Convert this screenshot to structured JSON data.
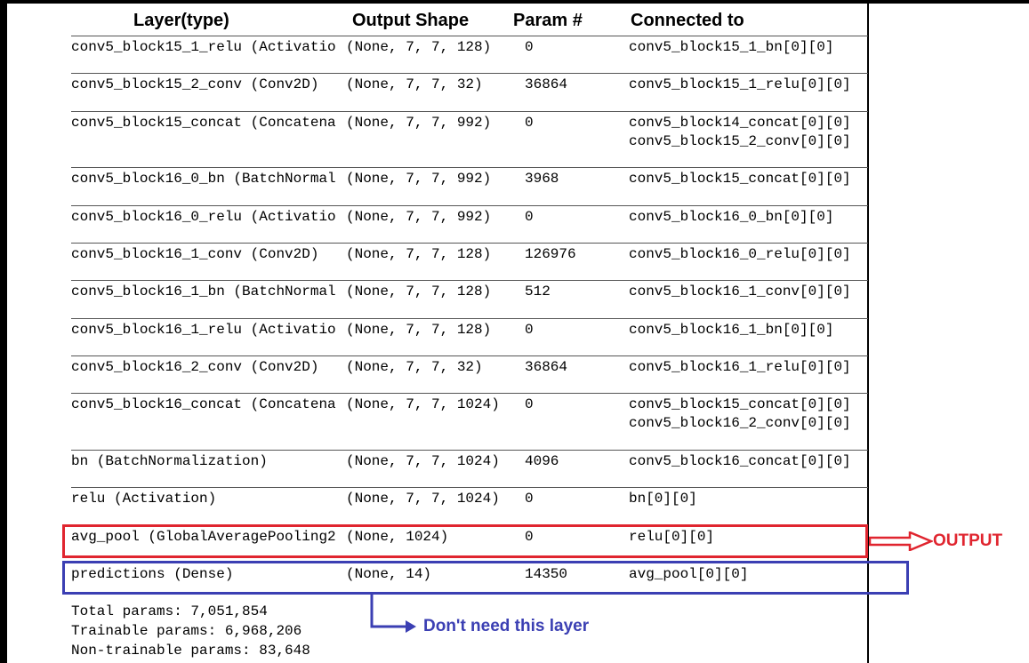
{
  "headers": {
    "layer": "Layer(type)",
    "shape": "Output Shape",
    "param": "Param #",
    "connected": "Connected to"
  },
  "rows": [
    {
      "layer": "conv5_block15_1_relu (Activatio",
      "shape": "(None, 7, 7, 128)",
      "param": "0",
      "connected": [
        "conv5_block15_1_bn[0][0]"
      ]
    },
    {
      "layer": "conv5_block15_2_conv (Conv2D)",
      "shape": "(None, 7, 7, 32)",
      "param": "36864",
      "connected": [
        "conv5_block15_1_relu[0][0]"
      ]
    },
    {
      "layer": "conv5_block15_concat (Concatena",
      "shape": "(None, 7, 7, 992)",
      "param": "0",
      "connected": [
        "conv5_block14_concat[0][0]",
        "conv5_block15_2_conv[0][0]"
      ]
    },
    {
      "layer": "conv5_block16_0_bn (BatchNormal",
      "shape": "(None, 7, 7, 992)",
      "param": "3968",
      "connected": [
        "conv5_block15_concat[0][0]"
      ]
    },
    {
      "layer": "conv5_block16_0_relu (Activatio",
      "shape": "(None, 7, 7, 992)",
      "param": "0",
      "connected": [
        "conv5_block16_0_bn[0][0]"
      ]
    },
    {
      "layer": "conv5_block16_1_conv (Conv2D)",
      "shape": "(None, 7, 7, 128)",
      "param": "126976",
      "connected": [
        "conv5_block16_0_relu[0][0]"
      ]
    },
    {
      "layer": "conv5_block16_1_bn (BatchNormal",
      "shape": "(None, 7, 7, 128)",
      "param": "512",
      "connected": [
        "conv5_block16_1_conv[0][0]"
      ]
    },
    {
      "layer": "conv5_block16_1_relu (Activatio",
      "shape": "(None, 7, 7, 128)",
      "param": "0",
      "connected": [
        "conv5_block16_1_bn[0][0]"
      ]
    },
    {
      "layer": "conv5_block16_2_conv (Conv2D)",
      "shape": "(None, 7, 7, 32)",
      "param": "36864",
      "connected": [
        "conv5_block16_1_relu[0][0]"
      ]
    },
    {
      "layer": "conv5_block16_concat (Concatena",
      "shape": "(None, 7, 7, 1024)",
      "param": "0",
      "connected": [
        "conv5_block15_concat[0][0]",
        "conv5_block16_2_conv[0][0]"
      ]
    },
    {
      "layer": "bn (BatchNormalization)",
      "shape": "(None, 7, 7, 1024)",
      "param": "4096",
      "connected": [
        "conv5_block16_concat[0][0]"
      ]
    },
    {
      "layer": "relu (Activation)",
      "shape": "(None, 7, 7, 1024)",
      "param": "0",
      "connected": [
        "bn[0][0]"
      ]
    },
    {
      "layer": "avg_pool (GlobalAveragePooling2",
      "shape": "(None, 1024)",
      "param": "0",
      "connected": [
        "relu[0][0]"
      ]
    },
    {
      "layer": "predictions (Dense)",
      "shape": "(None, 14)",
      "param": "14350",
      "connected": [
        "avg_pool[0][0]"
      ]
    }
  ],
  "totals": {
    "total": "Total params: 7,051,854",
    "trainable": "Trainable params: 6,968,206",
    "non_trainable": "Non-trainable params: 83,648"
  },
  "annotations": {
    "output_label": "OUTPUT",
    "output_color": "#e0252f",
    "skip_label": "Don't need this layer",
    "skip_color": "#3b3fb3"
  }
}
